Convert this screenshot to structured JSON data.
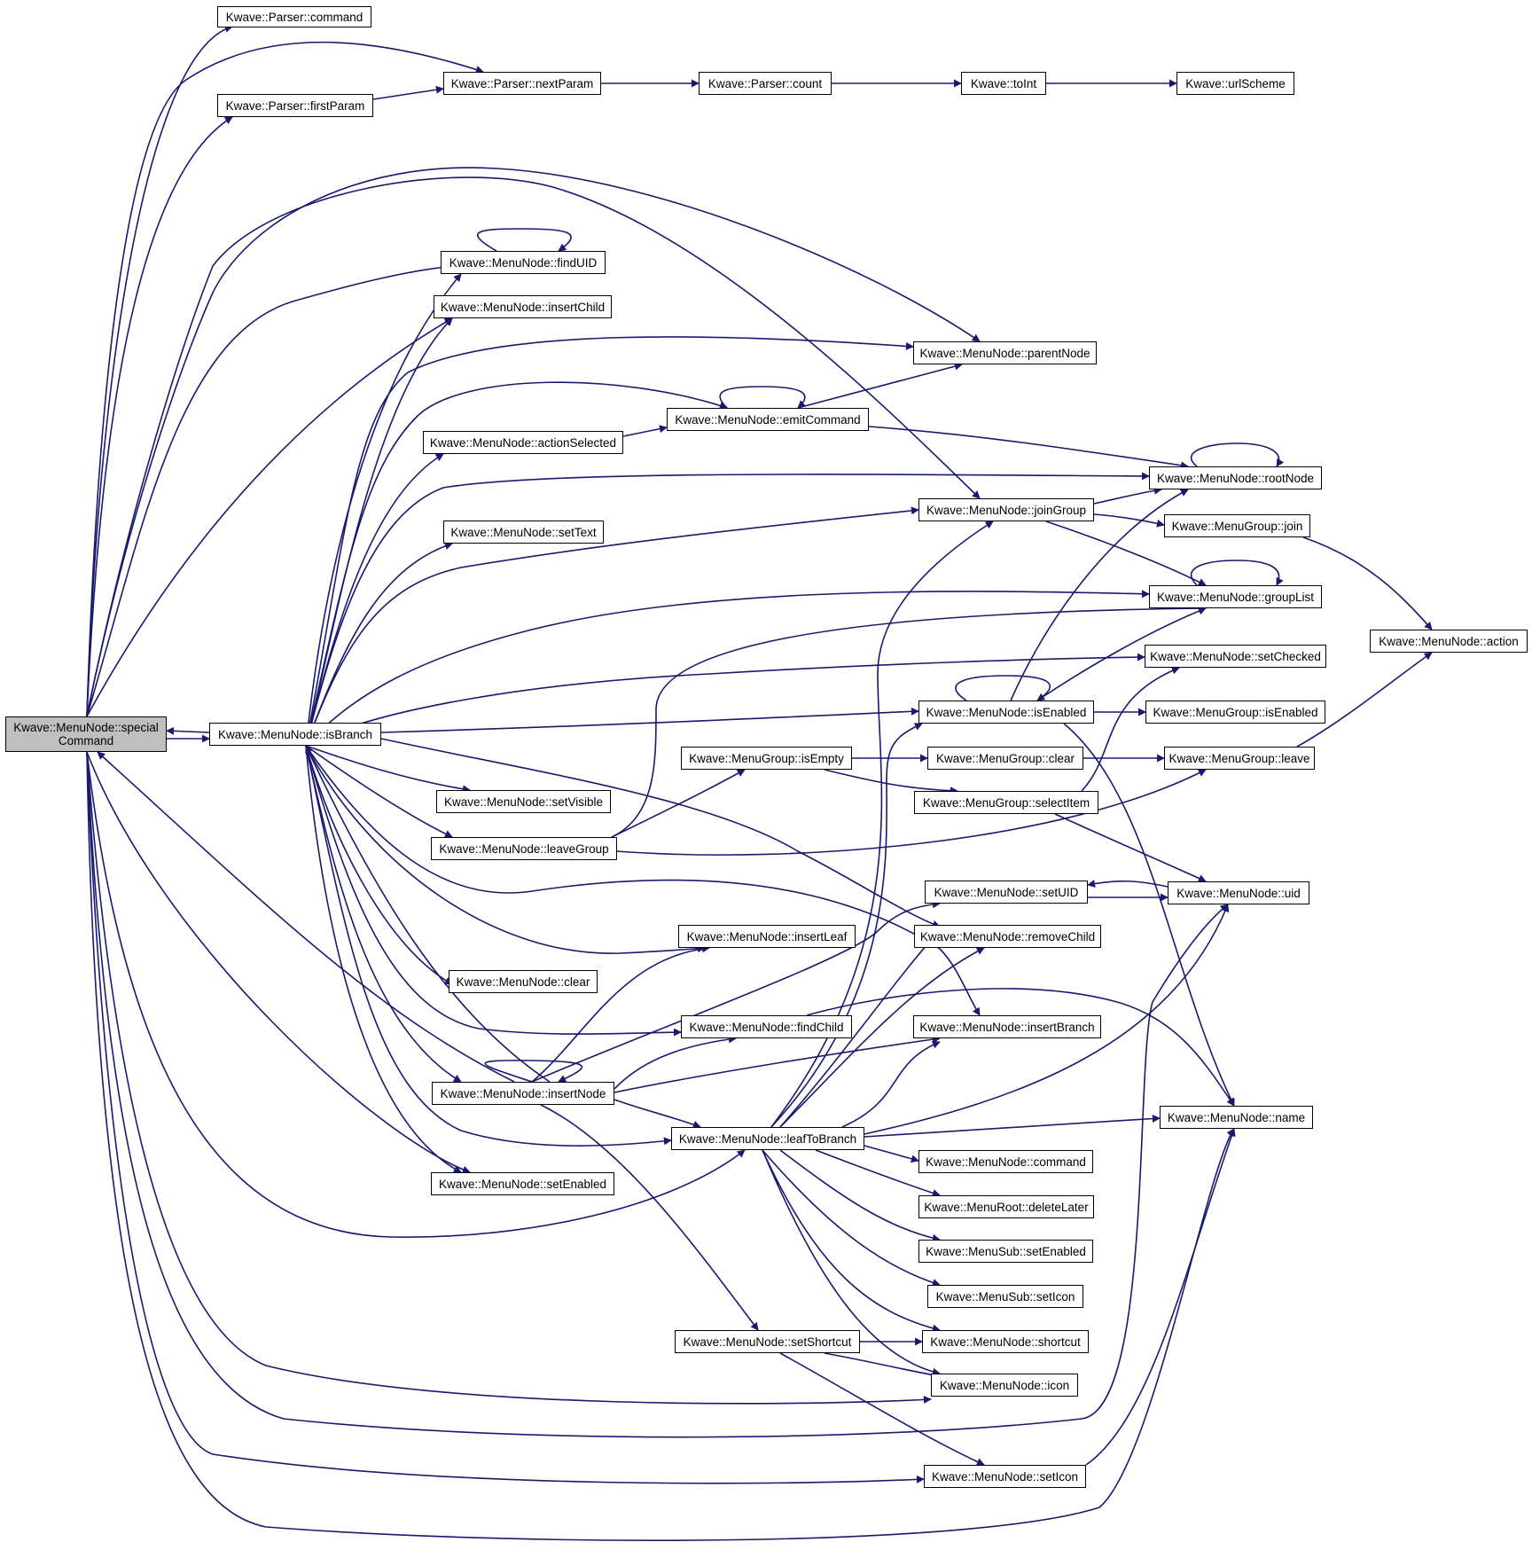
{
  "root": {
    "line1": "Kwave::MenuNode::special",
    "line2": "Command"
  },
  "nodes": {
    "parser_command": "Kwave::Parser::command",
    "parser_firstParam": "Kwave::Parser::firstParam",
    "parser_nextParam": "Kwave::Parser::nextParam",
    "parser_count": "Kwave::Parser::count",
    "toInt": "Kwave::toInt",
    "urlScheme": "Kwave::urlScheme",
    "findUID": "Kwave::MenuNode::findUID",
    "insertChild": "Kwave::MenuNode::insertChild",
    "parentNode": "Kwave::MenuNode::parentNode",
    "actionSelected": "Kwave::MenuNode::actionSelected",
    "emitCommand": "Kwave::MenuNode::emitCommand",
    "rootNode": "Kwave::MenuNode::rootNode",
    "joinGroup": "Kwave::MenuNode::joinGroup",
    "group_join": "Kwave::MenuGroup::join",
    "setText": "Kwave::MenuNode::setText",
    "groupList": "Kwave::MenuNode::groupList",
    "action": "Kwave::MenuNode::action",
    "setChecked": "Kwave::MenuNode::setChecked",
    "isBranch": "Kwave::MenuNode::isBranch",
    "isEnabled": "Kwave::MenuNode::isEnabled",
    "group_isEnabled": "Kwave::MenuGroup::isEnabled",
    "group_isEmpty": "Kwave::MenuGroup::isEmpty",
    "group_clear": "Kwave::MenuGroup::clear",
    "group_leave": "Kwave::MenuGroup::leave",
    "setVisible": "Kwave::MenuNode::setVisible",
    "group_selectItem": "Kwave::MenuGroup::selectItem",
    "leaveGroup": "Kwave::MenuNode::leaveGroup",
    "setUID": "Kwave::MenuNode::setUID",
    "uid": "Kwave::MenuNode::uid",
    "removeChild": "Kwave::MenuNode::removeChild",
    "insertLeaf": "Kwave::MenuNode::insertLeaf",
    "clear": "Kwave::MenuNode::clear",
    "findChild": "Kwave::MenuNode::findChild",
    "insertBranch": "Kwave::MenuNode::insertBranch",
    "insertNode": "Kwave::MenuNode::insertNode",
    "name": "Kwave::MenuNode::name",
    "leafToBranch": "Kwave::MenuNode::leafToBranch",
    "command": "Kwave::MenuNode::command",
    "setEnabled": "Kwave::MenuNode::setEnabled",
    "root_deleteLater": "Kwave::MenuRoot::deleteLater",
    "sub_setEnabled": "Kwave::MenuSub::setEnabled",
    "sub_setIcon": "Kwave::MenuSub::setIcon",
    "setShortcut": "Kwave::MenuNode::setShortcut",
    "shortcut": "Kwave::MenuNode::shortcut",
    "icon": "Kwave::MenuNode::icon",
    "setIcon": "Kwave::MenuNode::setIcon"
  },
  "colors": {
    "edge": "#191970",
    "root_fill": "#bfbfbf",
    "node_fill": "#ffffff",
    "node_border": "#000000"
  }
}
